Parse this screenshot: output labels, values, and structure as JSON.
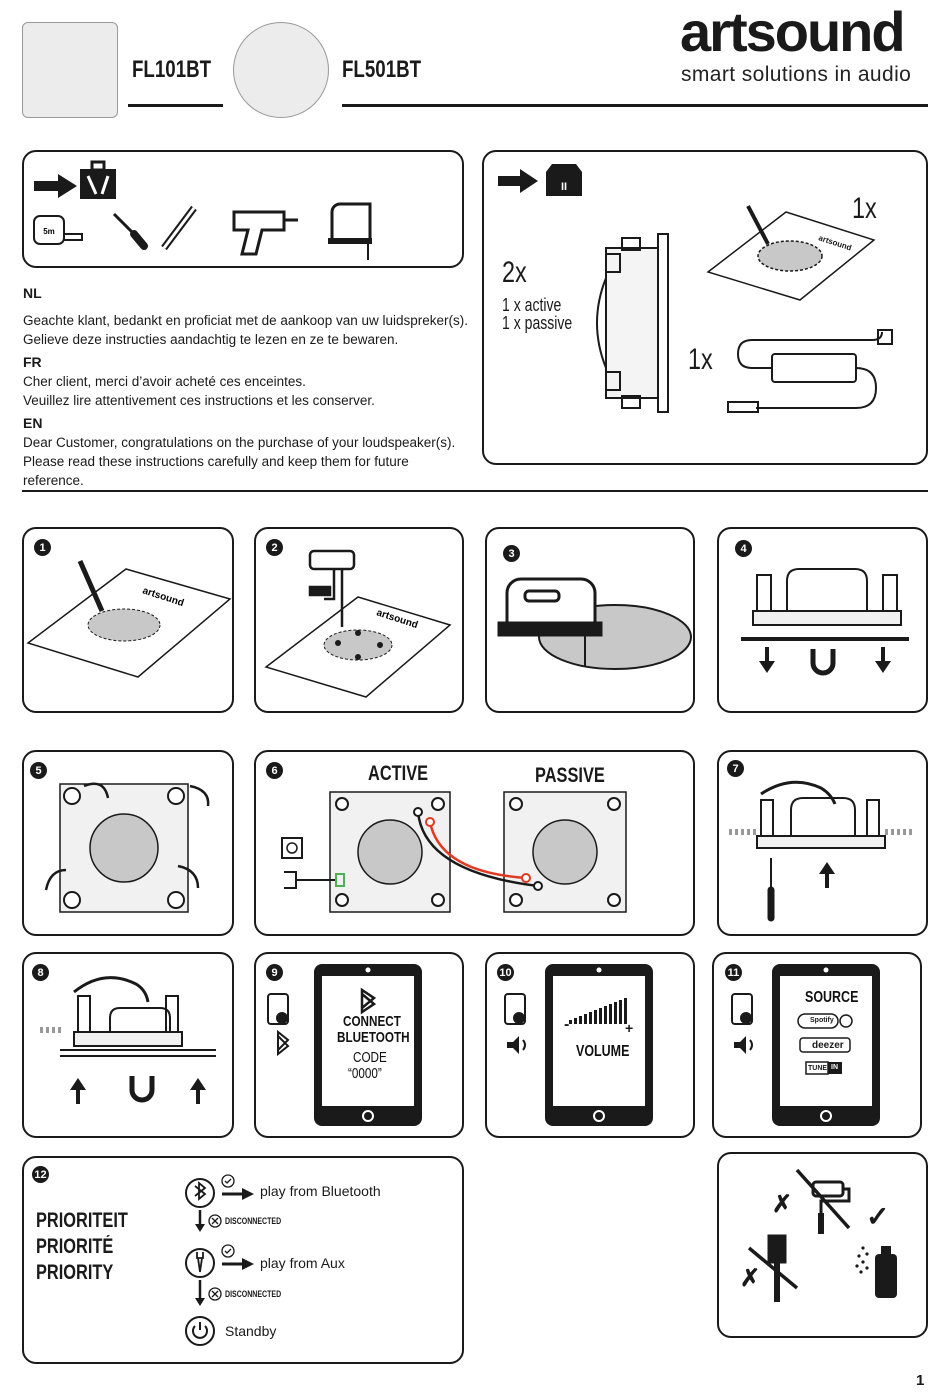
{
  "header": {
    "model_square": "FL101BT",
    "model_round": "FL501BT",
    "brand": "artsound",
    "tagline": "smart solutions in audio"
  },
  "tools_panel": {
    "tape_label": "5m"
  },
  "contents_panel": {
    "speaker_qty": "2x",
    "speaker_active": "1 x active",
    "speaker_passive": "1 x passive",
    "template_qty": "1x",
    "adapter_qty": "1x",
    "template_brand": "artsound"
  },
  "intro": {
    "nl_label": "NL",
    "nl_line1": "Geachte klant, bedankt en proficiat met de aankoop van uw luidspreker(s).",
    "nl_line2": "Gelieve deze instructies aandachtig te lezen en ze te bewaren.",
    "fr_label": "FR",
    "fr_line1": "Cher client, merci d’avoir acheté ces enceintes.",
    "fr_line2": "Veuillez lire attentivement ces instructions et les conserver.",
    "en_label": "EN",
    "en_line1": "Dear Customer, congratulations on the purchase of your loudspeaker(s).",
    "en_line2": "Please read these instructions carefully and keep them for future reference."
  },
  "steps": {
    "s1": "1",
    "s2": "2",
    "s3": "3",
    "s4": "4",
    "s5": "5",
    "s6": "6",
    "s7": "7",
    "s8": "8",
    "s9": "9",
    "s10": "10",
    "s11": "11",
    "s12": "12",
    "template_brand": "artsound",
    "active": "ACTIVE",
    "passive": "PASSIVE",
    "connect_line1": "CONNECT",
    "connect_line2": "BLUETOOTH",
    "code_label": "CODE",
    "code_value": "“0000”",
    "volume": "VOLUME",
    "vol_minus": "-",
    "vol_plus": "+",
    "source": "SOURCE",
    "spotify": "Spotify",
    "deezer": "deezer",
    "tune": "TUNE",
    "in": "IN"
  },
  "priority": {
    "title_nl": "PRIORITEIT",
    "title_fr": "PRIORITÉ",
    "title_en": "PRIORITY",
    "bt_label": "play from Bluetooth",
    "disconnected1": "DISCONNECTED",
    "aux_label": "play from Aux",
    "disconnected2": "DISCONNECTED",
    "standby_label": "Standby"
  },
  "care": {
    "cross1": "✗",
    "cross2": "✗",
    "check": "✓"
  },
  "page_number": "1",
  "colors": {
    "ink": "#1a1a1a",
    "cable_red": "#e03a22",
    "fill_grey": "#c8c8c8",
    "connector_green": "#4caf50"
  }
}
